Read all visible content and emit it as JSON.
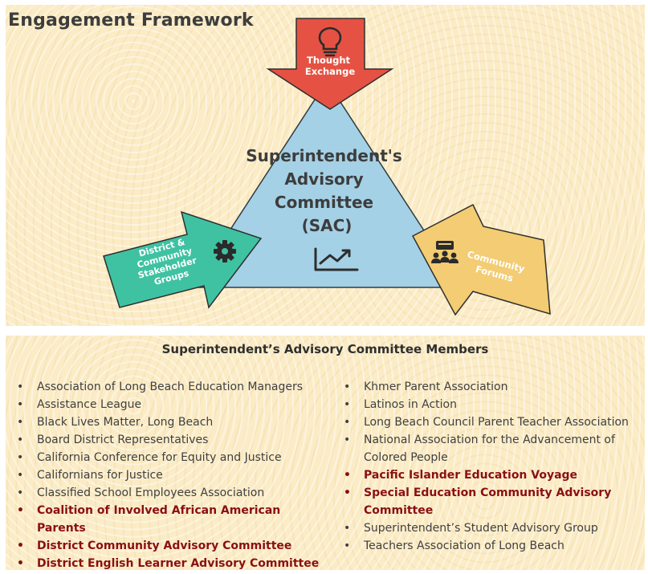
{
  "framework": {
    "title": "Engagement Framework",
    "center_label_lines": [
      "Superintendent's",
      "Advisory",
      "Committee",
      "(SAC)"
    ],
    "top_arrow_lines": [
      "Thought",
      "Exchange"
    ],
    "left_arrow_lines": [
      "District &",
      "Community",
      "Stakeholder",
      "Groups"
    ],
    "right_arrow_lines": [
      "Community",
      "Forums"
    ],
    "icons": {
      "top": "lightbulb-icon",
      "left": "gear-icon",
      "right": "community-meeting-icon",
      "center": "line-chart-icon"
    },
    "colors": {
      "triangle": "#a4d1e6",
      "top_arrow": "#e55243",
      "left_arrow": "#3fc2a2",
      "right_arrow": "#f3cc73",
      "text_dark": "#3d3d3d",
      "highlight": "#8a0f12",
      "background": "#fbecc6"
    }
  },
  "members": {
    "title": "Superintendent’s Advisory Committee Members",
    "left": [
      {
        "text": "Association of Long Beach Education Managers",
        "highlight": false
      },
      {
        "text": "Assistance League",
        "highlight": false
      },
      {
        "text": "Black Lives Matter, Long Beach",
        "highlight": false
      },
      {
        "text": "Board District Representatives",
        "highlight": false
      },
      {
        "text": "California Conference for Equity and Justice",
        "highlight": false
      },
      {
        "text": "Californians for Justice",
        "highlight": false
      },
      {
        "text": "Classified School Employees Association",
        "highlight": false
      },
      {
        "text": "Coalition of Involved African American Parents",
        "highlight": true
      },
      {
        "text": "District Community Advisory Committee",
        "highlight": true
      },
      {
        "text": "District English Learner Advisory Committee",
        "highlight": true
      }
    ],
    "right": [
      {
        "text": "Khmer Parent Association",
        "highlight": false
      },
      {
        "text": "Latinos in Action",
        "highlight": false
      },
      {
        "text": "Long Beach Council Parent Teacher Association",
        "highlight": false
      },
      {
        "text": "National Association for the Advancement of Colored People",
        "highlight": false
      },
      {
        "text": "Pacific Islander Education Voyage",
        "highlight": true
      },
      {
        "text": "Special Education Community Advisory Committee",
        "highlight": true
      },
      {
        "text": "Superintendent’s Student Advisory Group",
        "highlight": false
      },
      {
        "text": "Teachers Association of Long Beach",
        "highlight": false
      }
    ]
  }
}
